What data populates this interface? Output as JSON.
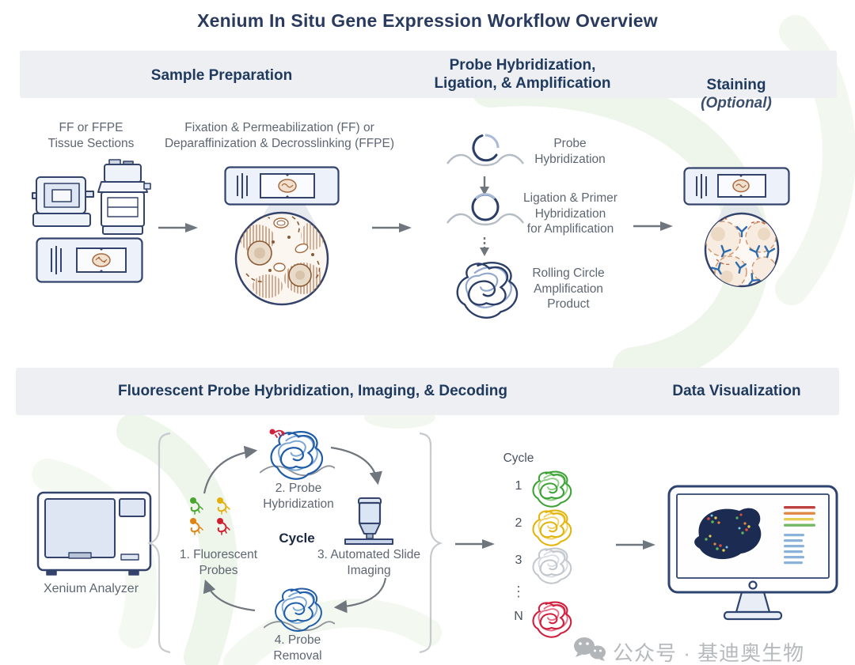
{
  "title": "Xenium In Situ Gene Expression Workflow Overview",
  "top_section": {
    "headers": {
      "sample_prep": "Sample Preparation",
      "probe_hyb": "Probe Hybridization,\nLigation, & Amplification",
      "staining": "Staining",
      "staining_note": "(Optional)"
    },
    "labels": {
      "tissue_input": "FF or FFPE\nTissue Sections",
      "fixation": "Fixation & Permeabilization (FF) or\nDeparaffinization & Decrosslinking (FFPE)",
      "probe_hybridization": "Probe\nHybridization",
      "ligation": "Ligation & Primer\nHybridization\nfor Amplification",
      "rca": "Rolling Circle\nAmplification\nProduct"
    }
  },
  "bottom_section": {
    "headers": {
      "fluorescent": "Fluorescent Probe Hybridization, Imaging, & Decoding",
      "data_viz": "Data Visualization"
    },
    "analyzer_label": "Xenium Analyzer",
    "cycle_label": "Cycle",
    "steps": {
      "step1": "1. Fluorescent\nProbes",
      "step2": "2. Probe\nHybridization",
      "step3": "3. Automated Slide\nImaging",
      "step4": "4. Probe\nRemoval"
    },
    "cycle_column": {
      "header": "Cycle",
      "rows": [
        {
          "label": "1",
          "color": "#45a93c"
        },
        {
          "label": "2",
          "color": "#e5b90f"
        },
        {
          "label": "3",
          "color": "#c8ccd1"
        },
        {
          "label": "⋮",
          "color": ""
        },
        {
          "label": "N",
          "color": "#d2203d"
        }
      ]
    }
  },
  "watermark": {
    "icon": "wechat-icon",
    "text": "公众号 · 基迪奥生物"
  },
  "colors": {
    "heading_navy": "#203a5e",
    "body_gray": "#5d6672",
    "band_bg": "#edeff3",
    "arrow_gray": "#70767d",
    "outline_navy": "#33436b",
    "watermark_green": "#e2efdd",
    "tangle_blue": "#1f5ca8",
    "tangle_navy": "#2b3e68",
    "probe_green": "#4aa52e",
    "probe_yellow": "#e3b00e",
    "probe_orange": "#e08312",
    "probe_red": "#cf2030"
  }
}
